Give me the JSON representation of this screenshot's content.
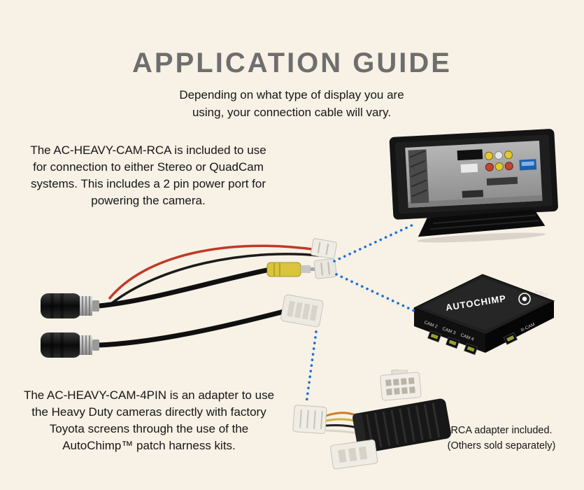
{
  "page": {
    "title": "APPLICATION GUIDE",
    "subtitle": "Depending on what type of display you are using, your connection cable will vary."
  },
  "annotations": {
    "rca_paragraph": "The AC-HEAVY-CAM-RCA is included to use for connection to either Stereo or QuadCam systems. This includes a 2 pin power port for powering the camera.",
    "four_pin_paragraph": "The AC-HEAVY-CAM-4PIN is an adapter to use the Heavy Duty cameras directly with factory Toyota screens through the use of the AutoChimp™ patch harness kits.",
    "rca_note_line1": "RCA adapter included.",
    "rca_note_line2": "(Others sold separately)"
  },
  "quadcam_box": {
    "brand": "AUTOCHIMP",
    "port_labels": [
      "CAM 2",
      "CAM 3",
      "CAM 4"
    ],
    "side_labels": [
      "V-OUT",
      "R-CAM"
    ]
  },
  "colors": {
    "background": "#f7f1e6",
    "title_gray": "#6e6e6e",
    "body_text": "#161616",
    "dotted_line_blue": "#1c6fd2",
    "rca_yellow": "#d9c43c",
    "wire_red": "#bf3a26",
    "wire_orange": "#d07a28",
    "usb_blue": "#1f5fa8"
  }
}
